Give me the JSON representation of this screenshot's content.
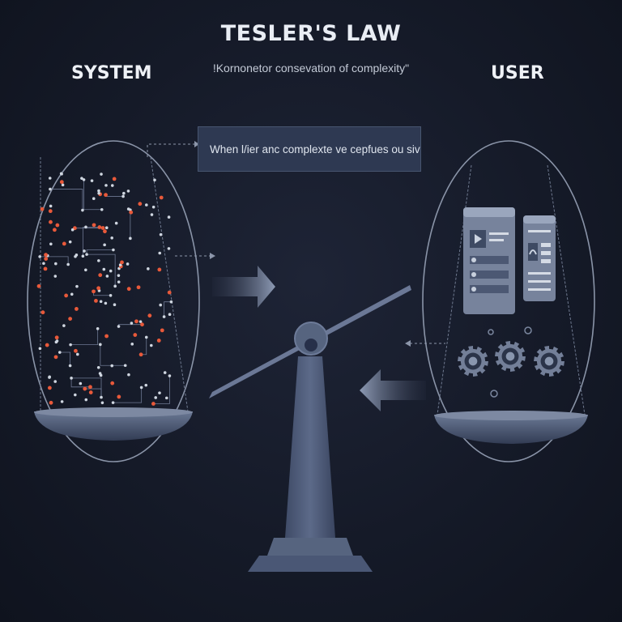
{
  "title": "TESLER'S LAW",
  "subtitle": "!Kornonetor consevation of complexity\"",
  "left_label": "SYSTEM",
  "right_label": "USER",
  "callout": "When l/ier anc complexte ve cepfues ou sivesrign",
  "colors": {
    "background": "#151a28",
    "scale": "#4d5b7c",
    "pan": "#56647f",
    "node_accent": "#e8593a",
    "node_light": "#cfd6e0",
    "callout_bg": "#2e3952"
  },
  "icons": [
    "network-graph",
    "ui-panel",
    "gear",
    "arrow-right",
    "arrow-left"
  ]
}
